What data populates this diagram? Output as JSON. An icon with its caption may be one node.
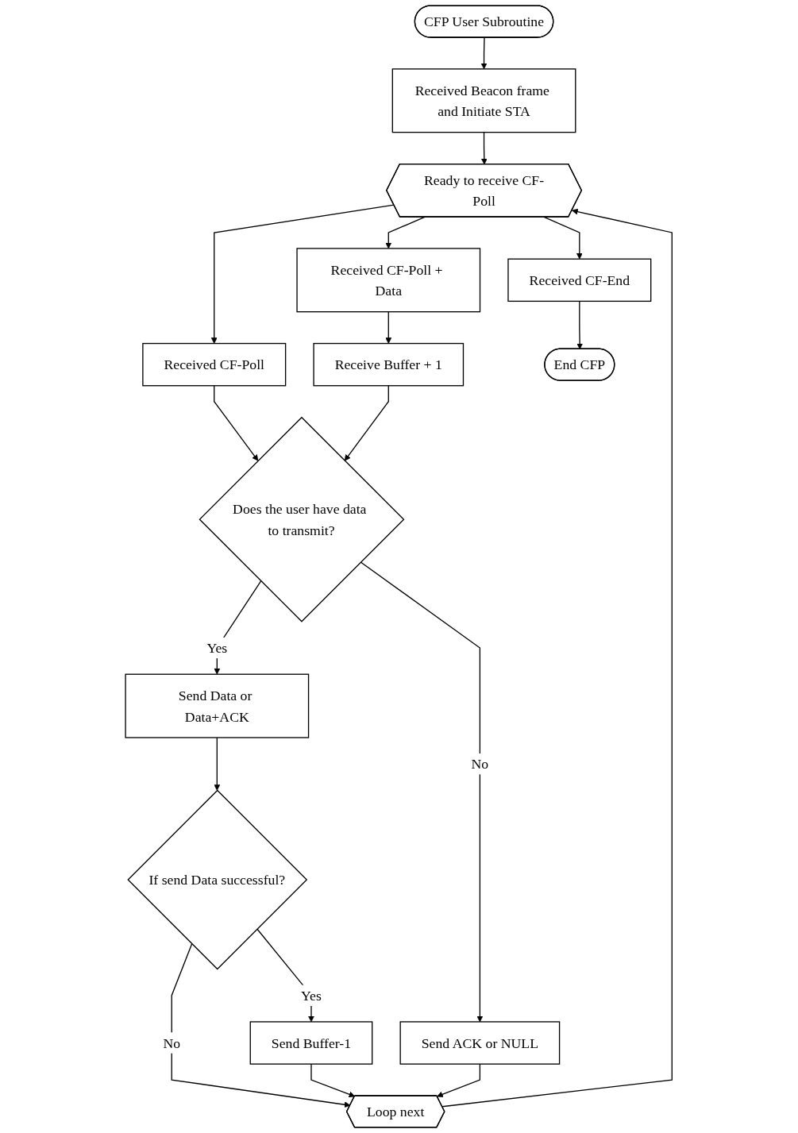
{
  "diagram": {
    "nodes": [
      {
        "text": [
          "CFP User Subroutine"
        ]
      },
      {
        "text": [
          "Received Beacon frame and Initiate STA"
        ]
      },
      {
        "text": [
          "Ready to receive CF-Poll"
        ]
      },
      {
        "text": [
          "Received CF-Poll"
        ]
      },
      {
        "text": [
          "Received CF-Poll + Data"
        ]
      },
      {
        "text": [
          "Received CF-End"
        ]
      },
      {
        "text": [
          "Receive Buffer + 1"
        ]
      },
      {
        "text": [
          "End CFP"
        ]
      },
      {
        "text": [
          "Does the user have data to transmit?"
        ]
      },
      {
        "text": [
          "Send Data or Data+ACK"
        ]
      },
      {
        "text": [
          "Send ACK or NULL"
        ]
      },
      {
        "text": [
          "If send Data successful?"
        ]
      },
      {
        "text": [
          "Send Buffer-1"
        ]
      },
      {
        "text": [
          "Loop next"
        ]
      }
    ],
    "edges": [
      {
        "from": 0,
        "to": 1,
        "arrow": "to"
      },
      {
        "from": 1,
        "to": 2,
        "arrow": "to"
      },
      {
        "from": 2,
        "to": 3,
        "arrow": "to"
      },
      {
        "from": 2,
        "to": 4,
        "arrow": "to"
      },
      {
        "from": 2,
        "to": 5,
        "arrow": "to"
      },
      {
        "from": 4,
        "to": 6,
        "arrow": "to"
      },
      {
        "from": 5,
        "to": 7,
        "arrow": "to"
      },
      {
        "from": 3,
        "to": 8,
        "arrow": "to"
      },
      {
        "from": 6,
        "to": 8,
        "arrow": "to"
      },
      {
        "from": 8,
        "to": 9,
        "label": "Yes",
        "arrow": "to"
      },
      {
        "from": 8,
        "to": 10,
        "label": "No",
        "arrow": "to"
      },
      {
        "from": 9,
        "to": 11,
        "arrow": "to"
      },
      {
        "from": 11,
        "to": 12,
        "label": "Yes",
        "arrow": "to"
      },
      {
        "from": 11,
        "to": 13,
        "label": "No",
        "arrow": "to"
      },
      {
        "from": 12,
        "to": 13,
        "arrow": "to"
      },
      {
        "from": 10,
        "to": 13,
        "arrow": "to"
      },
      {
        "from": 13,
        "to": 2,
        "arrow": "to"
      }
    ]
  }
}
